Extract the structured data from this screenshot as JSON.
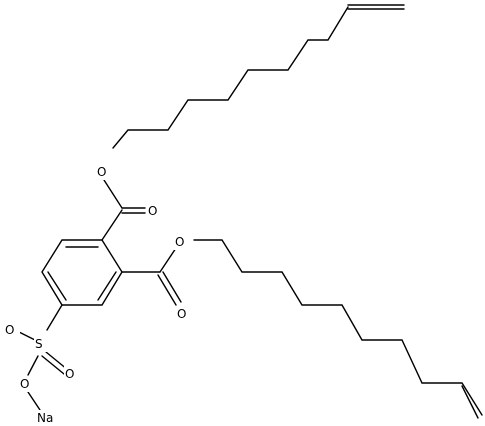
{
  "molecule": {
    "atoms": {
      "O": "O",
      "S": "S",
      "Na": "Na"
    }
  }
}
